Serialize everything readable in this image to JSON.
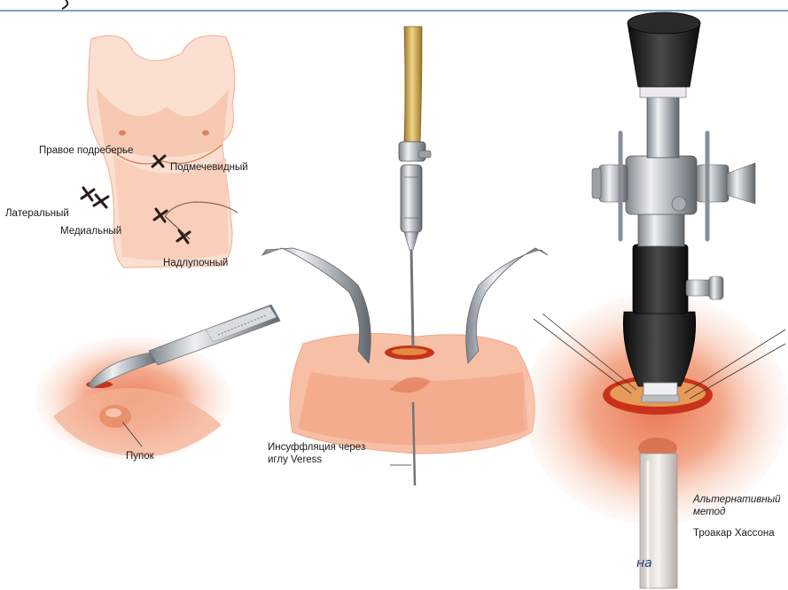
{
  "header": {
    "fragment": ")"
  },
  "panel_torso": {
    "labels": {
      "right_subcostal": "Правое подреберье",
      "subxiphoid": "Подмечевидный",
      "lateral": "Латеральный",
      "medial": "Медиальный",
      "suprapubic": "Надлупочный"
    }
  },
  "panel_incision": {
    "labels": {
      "navel": "Пупок"
    }
  },
  "panel_veress": {
    "labels": {
      "insufflation": "Инсуффляция через иглу Veress"
    }
  },
  "panel_hasson": {
    "labels": {
      "alternative_method": "Альтернативный метод",
      "hasson_trocar": "Троакар Хассона"
    },
    "annotation": "на"
  },
  "colors": {
    "skin": "#f6c3aa",
    "skin_deep": "#e8724c",
    "wound": "#c8321a",
    "metal": "#b9bec4",
    "rubber": "#1a1a1a",
    "tube": "#c9a24a",
    "header_rule": "#5a7fb0"
  }
}
